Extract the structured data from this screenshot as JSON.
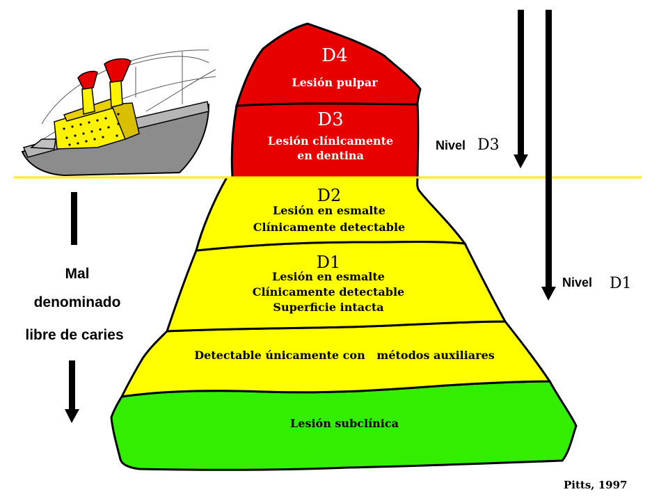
{
  "iceberg": {
    "layers": [
      {
        "code": "D4",
        "lines": [
          "Lesión pulpar"
        ],
        "color": "#E60000",
        "text_color": "#FFFFFF"
      },
      {
        "code": "D3",
        "lines": [
          "Lesión clínicamente",
          "en dentina"
        ],
        "color": "#E60000",
        "text_color": "#FFFFFF"
      },
      {
        "code": "D2",
        "lines": [
          "Lesión en esmalte",
          "Clínicamente detectable"
        ],
        "color": "#FFFF00",
        "text_color": "#000000"
      },
      {
        "code": "D1",
        "lines": [
          "Lesión en esmalte",
          "Clínicamente detectable",
          "Superficie intacta"
        ],
        "color": "#FFFF00",
        "text_color": "#000000"
      },
      {
        "code": "",
        "lines": [
          "Detectable únicamente con   métodos auxiliares"
        ],
        "color": "#FFFF00",
        "text_color": "#000000"
      },
      {
        "code": "",
        "lines": [
          "Lesión subclínica"
        ],
        "color": "#33EE00",
        "text_color": "#000000"
      }
    ]
  },
  "waterline_color": "#FFEE00",
  "levels": {
    "d3": {
      "prefix": "Nivel",
      "code": "D3"
    },
    "d1": {
      "prefix": "Nivel",
      "code": "D1"
    }
  },
  "left_label": {
    "lines": [
      "Mal",
      "denominado",
      "libre de caries"
    ]
  },
  "ship": {
    "hull_color": "#8C8C8C",
    "deck_color": "#C0C0C0",
    "superstructure_color": "#FFF200",
    "funnel_top_color": "#E60000"
  },
  "citation": "Pitts, 1997"
}
